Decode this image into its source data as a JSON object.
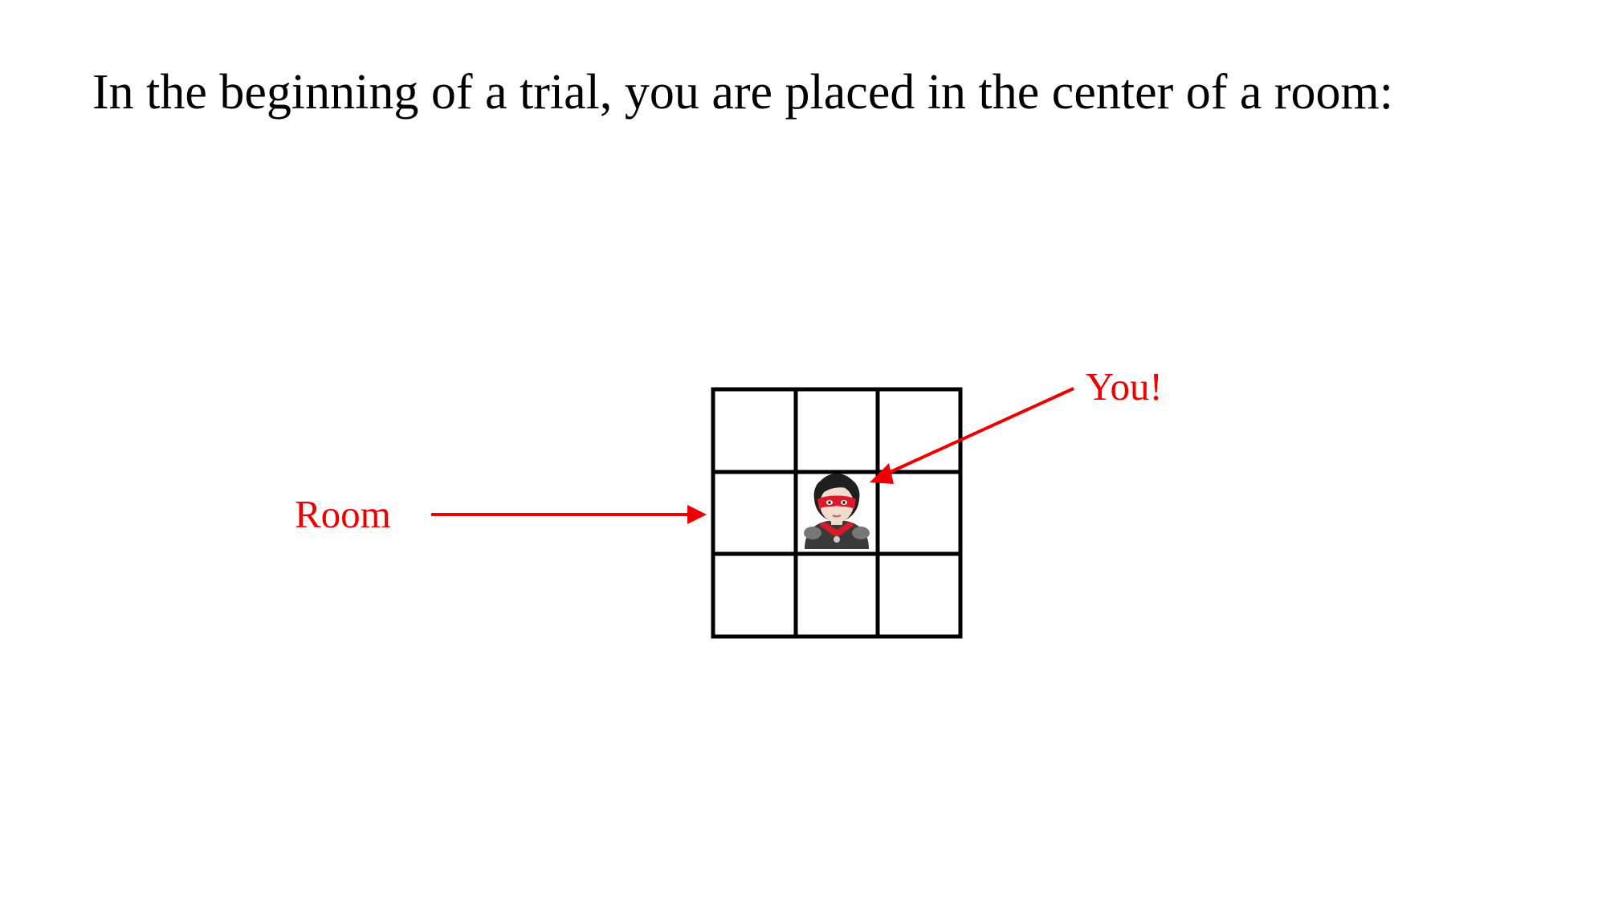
{
  "instruction": {
    "text": "In the beginning of a trial, you are placed in the center of a room:"
  },
  "diagram": {
    "room_label": "Room",
    "you_label": "You!",
    "grid": {
      "rows": 3,
      "cols": 3,
      "player_cell": {
        "row": 1,
        "col": 1
      }
    },
    "player_icon": "superhero-icon",
    "annotation_color": "#ee0000",
    "grid_color": "#000000"
  }
}
